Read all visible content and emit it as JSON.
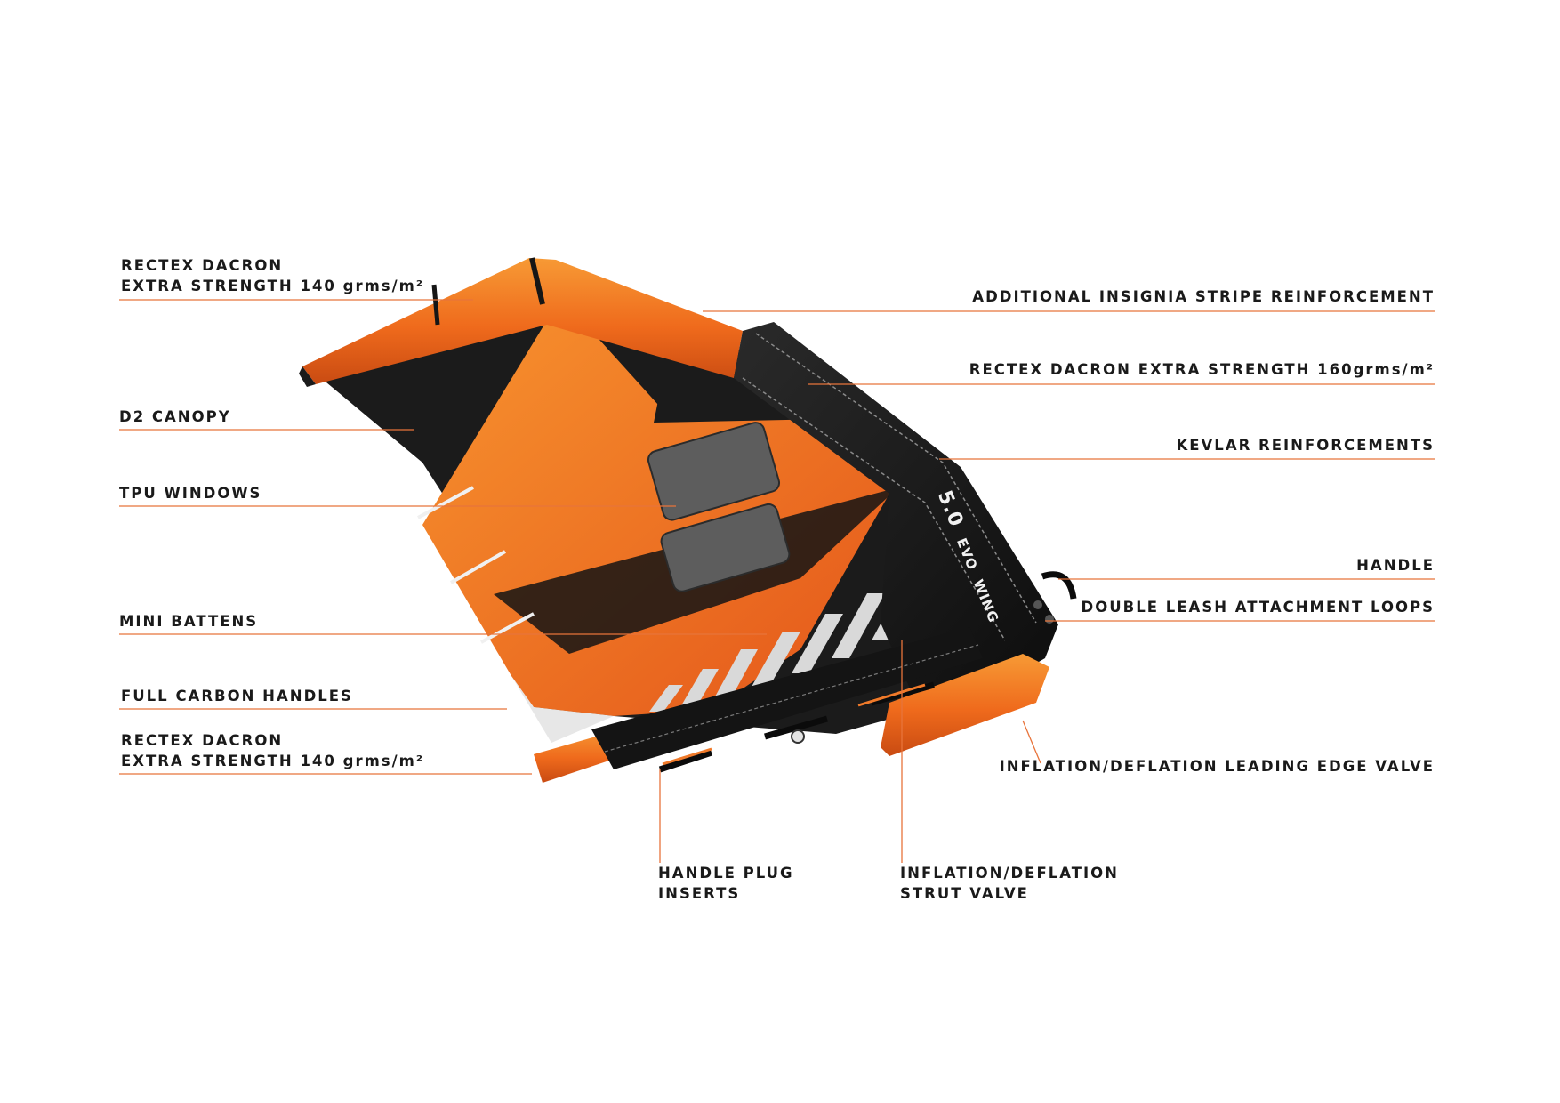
{
  "colors": {
    "background": "#ffffff",
    "leader": "#e8743b",
    "orange": "#ef6a1c",
    "orange_light": "#f7922e",
    "black": "#161616",
    "label": "#1a1a1a"
  },
  "callouts": {
    "left": [
      {
        "id": "rectex-top",
        "lines": [
          "RECTEX DACRON",
          "EXTRA STRENGTH 140 grms/m²"
        ]
      },
      {
        "id": "d2-canopy",
        "lines": [
          "D2 CANOPY"
        ]
      },
      {
        "id": "tpu-windows",
        "lines": [
          "TPU WINDOWS"
        ]
      },
      {
        "id": "mini-battens",
        "lines": [
          "MINI BATTENS"
        ]
      },
      {
        "id": "full-carbon-handles",
        "lines": [
          "FULL CARBON HANDLES"
        ]
      },
      {
        "id": "rectex-bottom",
        "lines": [
          "RECTEX DACRON",
          "EXTRA STRENGTH 140 grms/m²"
        ]
      }
    ],
    "right": [
      {
        "id": "insignia-stripe",
        "lines": [
          "ADDITIONAL INSIGNIA STRIPE REINFORCEMENT"
        ]
      },
      {
        "id": "rectex-160",
        "lines": [
          "RECTEX DACRON EXTRA STRENGTH 160grms/m²"
        ]
      },
      {
        "id": "kevlar",
        "lines": [
          "KEVLAR REINFORCEMENTS"
        ]
      },
      {
        "id": "handle",
        "lines": [
          "HANDLE"
        ]
      },
      {
        "id": "leash-loops",
        "lines": [
          "DOUBLE LEASH ATTACHMENT LOOPS"
        ]
      },
      {
        "id": "le-valve",
        "lines": [
          "INFLATION/DEFLATION LEADING EDGE VALVE"
        ]
      }
    ],
    "bottom": [
      {
        "id": "handle-plug",
        "lines": [
          "HANDLE PLUG",
          "INSERTS"
        ]
      },
      {
        "id": "strut-valve",
        "lines": [
          "INFLATION/DEFLATION",
          "STRUT VALVE"
        ]
      }
    ]
  },
  "wing_marking": {
    "size": "5.0",
    "name_lines": [
      "EVO",
      "WING"
    ],
    "logo": "rrd-logo"
  }
}
